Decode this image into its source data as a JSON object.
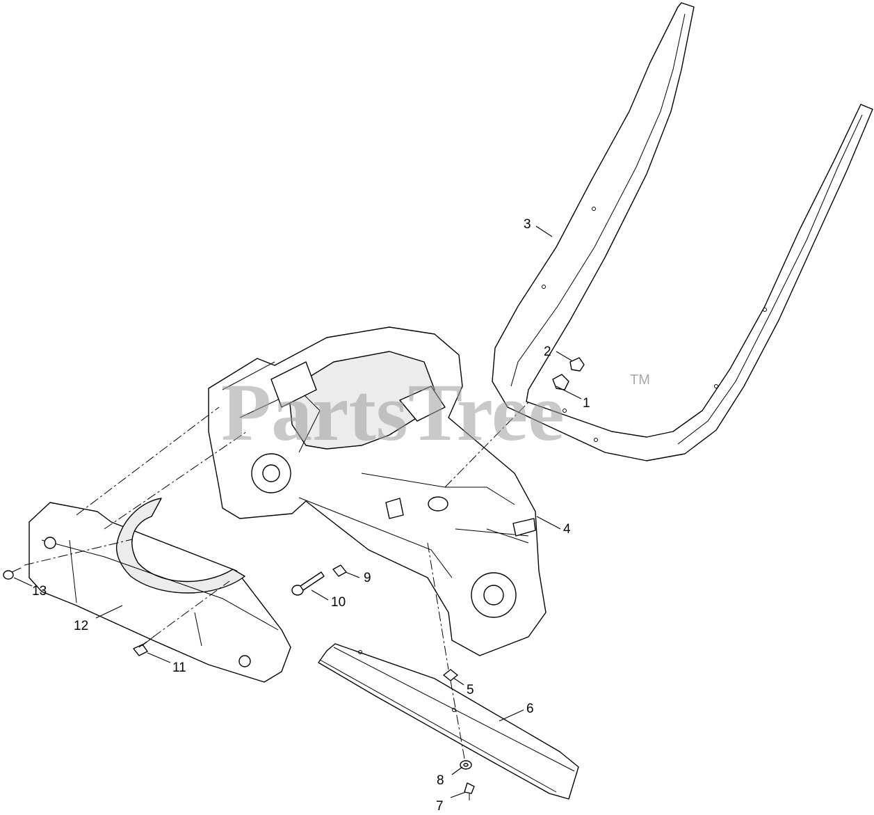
{
  "watermark": {
    "text": "PartsTree",
    "trademark": "TM"
  },
  "callouts": [
    {
      "id": "1",
      "label": "1",
      "part": "nut-insert"
    },
    {
      "id": "2",
      "label": "2",
      "part": "nut"
    },
    {
      "id": "3",
      "label": "3",
      "part": "handle"
    },
    {
      "id": "4",
      "label": "4",
      "part": "auger-housing"
    },
    {
      "id": "5",
      "label": "5",
      "part": "square-nut"
    },
    {
      "id": "6",
      "label": "6",
      "part": "scraper-bar"
    },
    {
      "id": "7",
      "label": "7",
      "part": "bolt"
    },
    {
      "id": "8",
      "label": "8",
      "part": "washer"
    },
    {
      "id": "9",
      "label": "9",
      "part": "square-nut"
    },
    {
      "id": "10",
      "label": "10",
      "part": "carriage-bolt"
    },
    {
      "id": "11",
      "label": "11",
      "part": "flange-nut"
    },
    {
      "id": "12",
      "label": "12",
      "part": "front-bumper-shroud"
    },
    {
      "id": "13",
      "label": "13",
      "part": "screw"
    }
  ]
}
